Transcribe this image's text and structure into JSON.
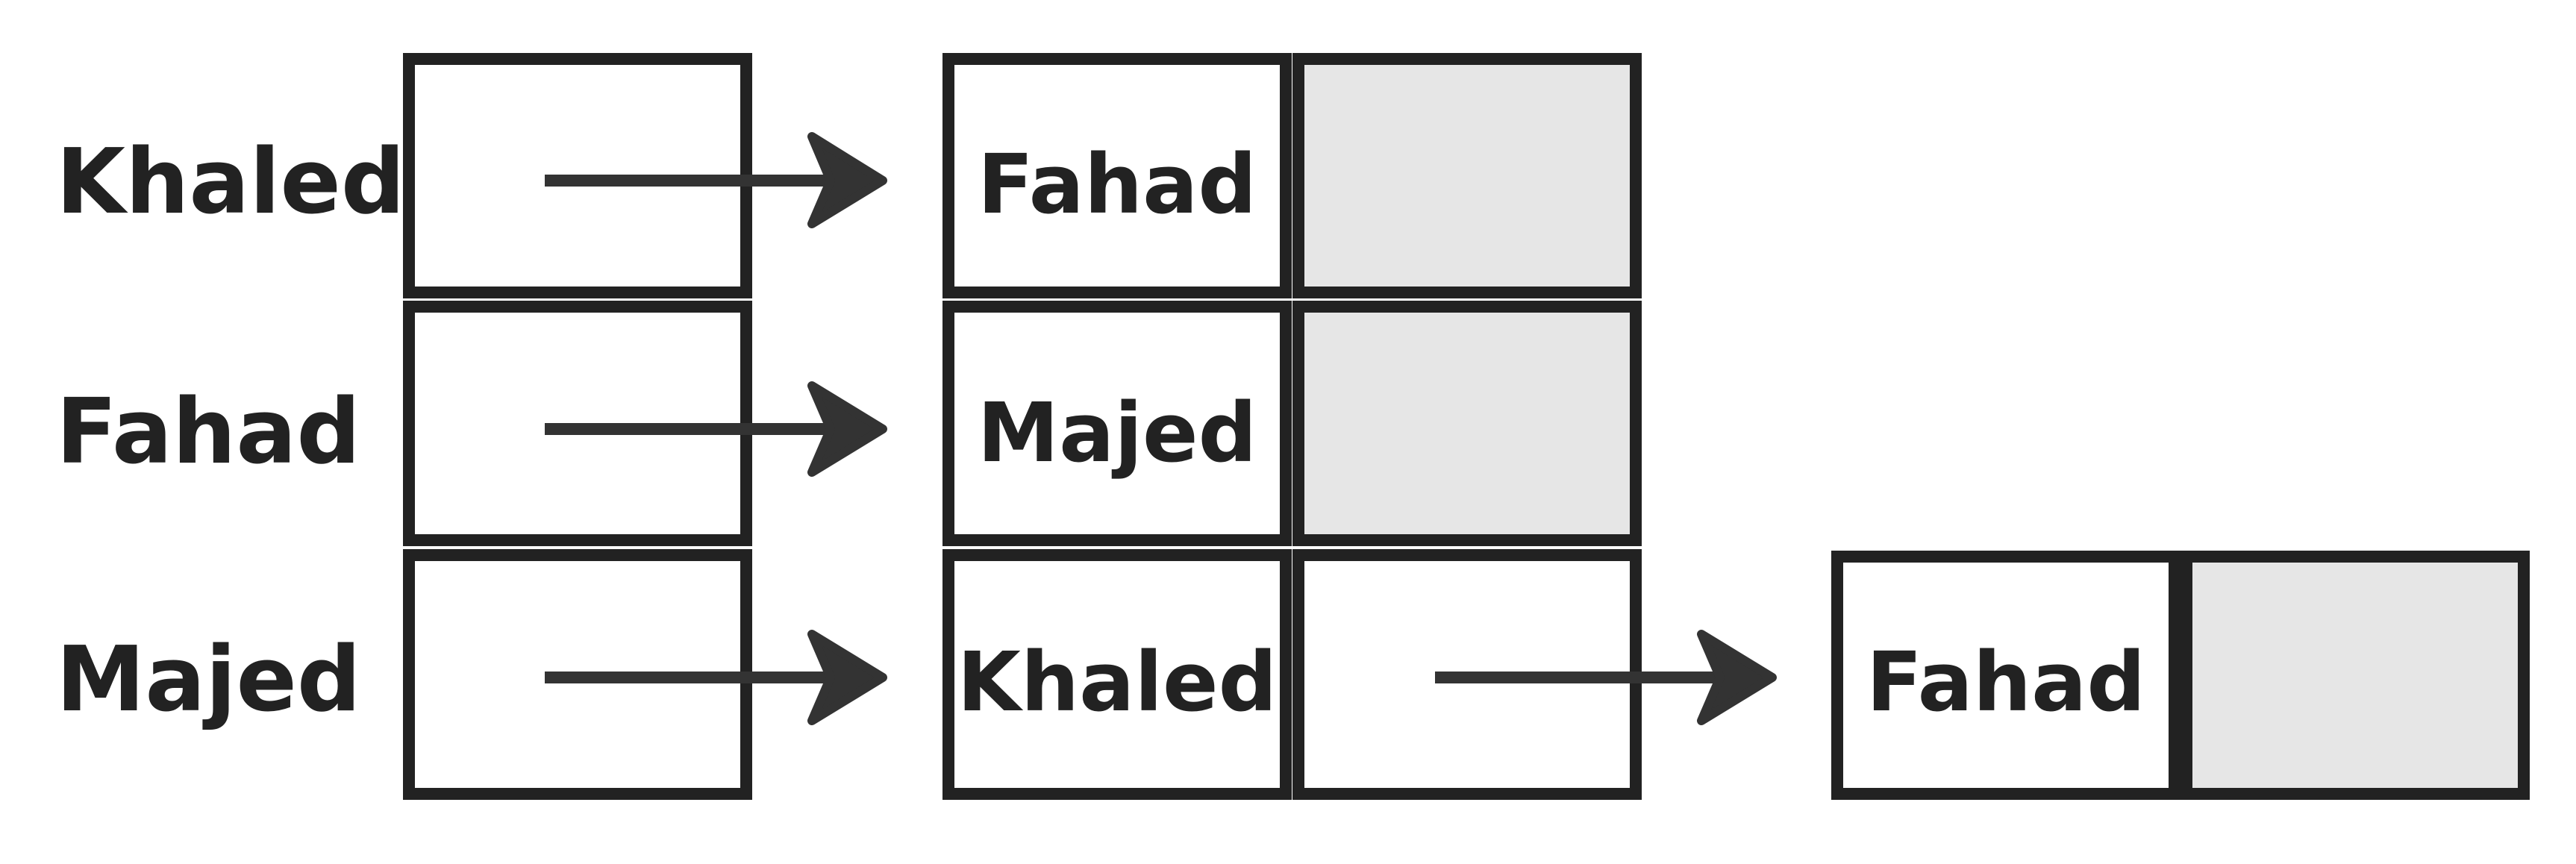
{
  "row_labels": [
    "Khaled",
    "Fahad",
    "Majed"
  ],
  "list_nodes": [
    {
      "row": 0,
      "value": "Fahad",
      "next_null": true
    },
    {
      "row": 1,
      "value": "Majed",
      "next_null": true
    },
    {
      "row": 2,
      "value": "Khaled",
      "next_null": false
    }
  ],
  "chained_node": {
    "value": "Fahad",
    "next_null": true
  },
  "colors": {
    "stroke": "#222222",
    "arrow": "#333333",
    "null_fill": "#e6e6e6",
    "background": "#ffffff"
  }
}
